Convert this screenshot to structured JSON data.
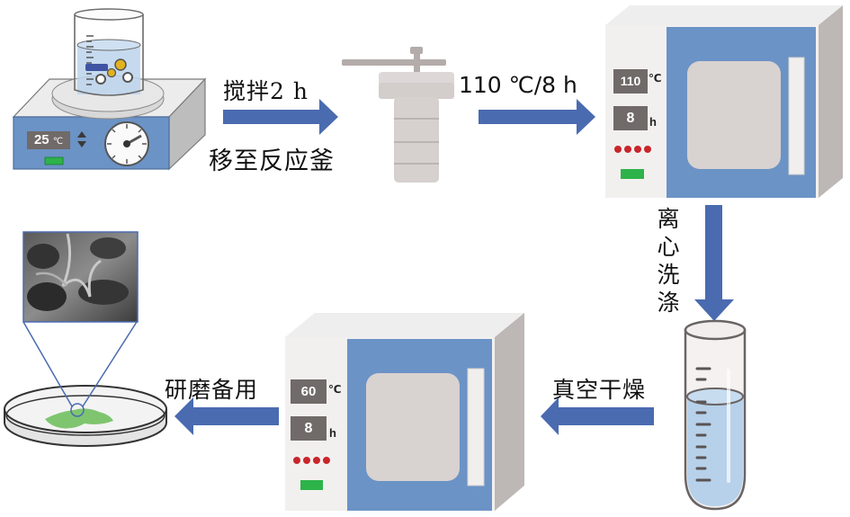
{
  "diagram": {
    "type": "process-flow",
    "steps": [
      {
        "id": "stirring",
        "equipment": "magnetic stirrer with beaker",
        "display_temp": "25",
        "display_unit": "℃"
      },
      {
        "id": "autoclave",
        "equipment": "hydrothermal reaction kettle"
      },
      {
        "id": "oven-1",
        "equipment": "drying oven",
        "display_temp": "110",
        "temp_unit": "℃",
        "display_time": "8",
        "time_unit": "h"
      },
      {
        "id": "centrifuge-tube",
        "equipment": "centrifuge tube"
      },
      {
        "id": "oven-2",
        "equipment": "vacuum drying oven",
        "display_temp": "60",
        "temp_unit": "℃",
        "display_time": "8",
        "time_unit": "h"
      },
      {
        "id": "petri-dish",
        "equipment": "petri dish with product and SEM inset"
      }
    ],
    "arrows": [
      {
        "from": "stirring",
        "to": "autoclave",
        "label_top": "搅拌2 h",
        "label_bottom": "移至反应釜"
      },
      {
        "from": "autoclave",
        "to": "oven-1",
        "label_top": "110 ℃/8 h"
      },
      {
        "from": "oven-1",
        "to": "centrifuge-tube",
        "label_chars": [
          "离",
          "心",
          "洗",
          "涤"
        ]
      },
      {
        "from": "centrifuge-tube",
        "to": "oven-2",
        "label_top": "真空干燥"
      },
      {
        "from": "oven-2",
        "to": "petri-dish",
        "label_top": "研磨备用"
      }
    ],
    "colors": {
      "arrow": "#4a6bb0",
      "device_blue": "#6b93c6",
      "panel_gray": "#706a68",
      "led_red": "#c8262b",
      "led_green": "#2db34a",
      "liquid": "#b7d1ea",
      "sample_green": "#7fc56f"
    }
  }
}
